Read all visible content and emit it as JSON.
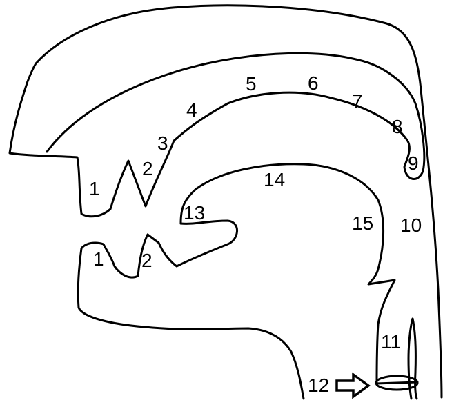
{
  "labels": {
    "upper_lip": "1",
    "upper_teeth": "2",
    "alveolar_ridge": "3",
    "hard_palate_front": "4",
    "hard_palate_mid": "5",
    "hard_palate_back": "6",
    "soft_palate_front": "7",
    "soft_palate_back": "8",
    "uvula": "9",
    "pharynx": "10",
    "vocal_tract_lower": "11",
    "glottis": "12",
    "tongue_tip": "13",
    "tongue_body": "14",
    "tongue_root": "15",
    "lower_lip": "1",
    "lower_teeth": "2"
  },
  "colors": {
    "stroke": "#000000",
    "background": "#ffffff"
  }
}
